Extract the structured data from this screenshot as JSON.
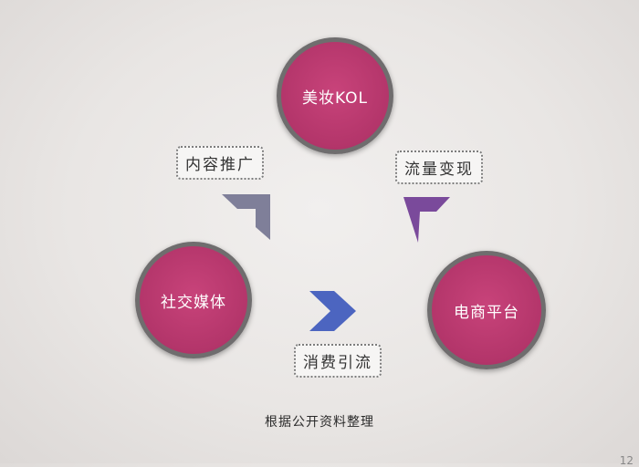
{
  "nodes": {
    "kol": "美妆KOL",
    "social": "社交媒体",
    "ecom": "电商平台"
  },
  "labels": {
    "promo": "内容推广",
    "cash": "流量变现",
    "drain": "消费引流"
  },
  "caption": "根据公开资料整理",
  "page_number": "12",
  "colors": {
    "node_fill": "#b3356a",
    "node_border": "#6f6d6e",
    "arrow_gray": "#7f7f99",
    "arrow_purple": "#7a4a9b",
    "arrow_blue": "#4c65c0"
  }
}
